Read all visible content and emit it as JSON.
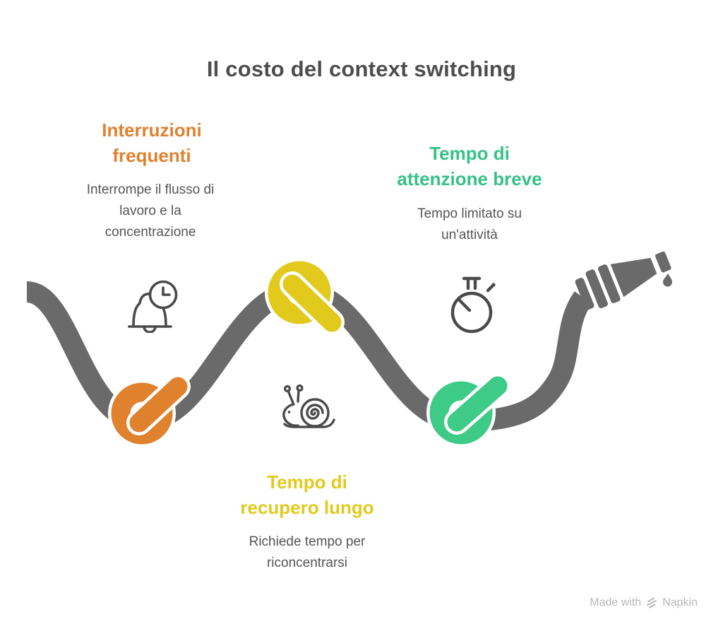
{
  "title": "Il costo del context switching",
  "sections": [
    {
      "name": "interruzioni-frequenti",
      "accent_color": "#e0812e",
      "heading_lines": [
        "Interruzioni",
        "frequenti"
      ],
      "body_lines": [
        "Interrompe il flusso di",
        "lavoro e la",
        "concentrazione"
      ],
      "icon": "bell-clock-icon"
    },
    {
      "name": "tempo-di-attenzione-breve",
      "accent_color": "#36c187",
      "heading_lines": [
        "Tempo di",
        "attenzione breve"
      ],
      "body_lines": [
        "Tempo limitato su",
        "un'attività"
      ],
      "icon": "stopwatch-icon"
    },
    {
      "name": "tempo-di-recupero-lungo",
      "accent_color": "#e2ca1d",
      "heading_lines": [
        "Tempo di",
        "recupero lungo"
      ],
      "body_lines": [
        "Richiede tempo per",
        "riconcentrarsi"
      ],
      "icon": "snail-icon"
    }
  ],
  "rope": {
    "color": "#6a6a6a",
    "knot_orange": "#e0812e",
    "knot_yellow": "#e2ca1d",
    "knot_green": "#3ecb87"
  },
  "icon_stroke_color": "#4a4a4a",
  "footer": {
    "made_with": "Made with",
    "brand": "Napkin"
  }
}
